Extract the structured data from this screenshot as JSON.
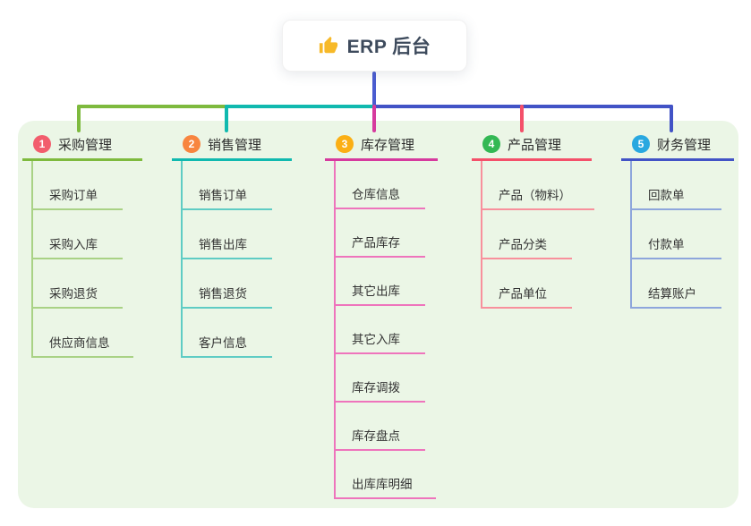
{
  "root": {
    "icon": "thumbs-up",
    "title": "ERP 后台",
    "line_color": "#4a5cd0"
  },
  "panel_bg": "#ebf6e6",
  "branches": [
    {
      "index": "1",
      "label": "采购管理",
      "badge_color": "#f25d6d",
      "line_color": "#7eba3e",
      "child_line_color": "#a9d285",
      "children": [
        "采购订单",
        "采购入库",
        "采购退货",
        "供应商信息"
      ]
    },
    {
      "index": "2",
      "label": "销售管理",
      "badge_color": "#f8853f",
      "line_color": "#10b9af",
      "child_line_color": "#5fccc4",
      "children": [
        "销售订单",
        "销售出库",
        "销售退货",
        "客户信息"
      ]
    },
    {
      "index": "3",
      "label": "库存管理",
      "badge_color": "#fbaf14",
      "line_color": "#d63a9e",
      "child_line_color": "#ee74bc",
      "children": [
        "仓库信息",
        "产品库存",
        "其它出库",
        "其它入库",
        "库存调拨",
        "库存盘点",
        "出库库明细"
      ]
    },
    {
      "index": "4",
      "label": "产品管理",
      "badge_color": "#33b854",
      "line_color": "#f4506a",
      "child_line_color": "#f8909c",
      "children": [
        "产品（物料）",
        "产品分类",
        "产品单位"
      ]
    },
    {
      "index": "5",
      "label": "财务管理",
      "badge_color": "#29a8e0",
      "line_color": "#4253c6",
      "child_line_color": "#8ea6dc",
      "children": [
        "回款单",
        "付款单",
        "结算账户"
      ]
    }
  ]
}
